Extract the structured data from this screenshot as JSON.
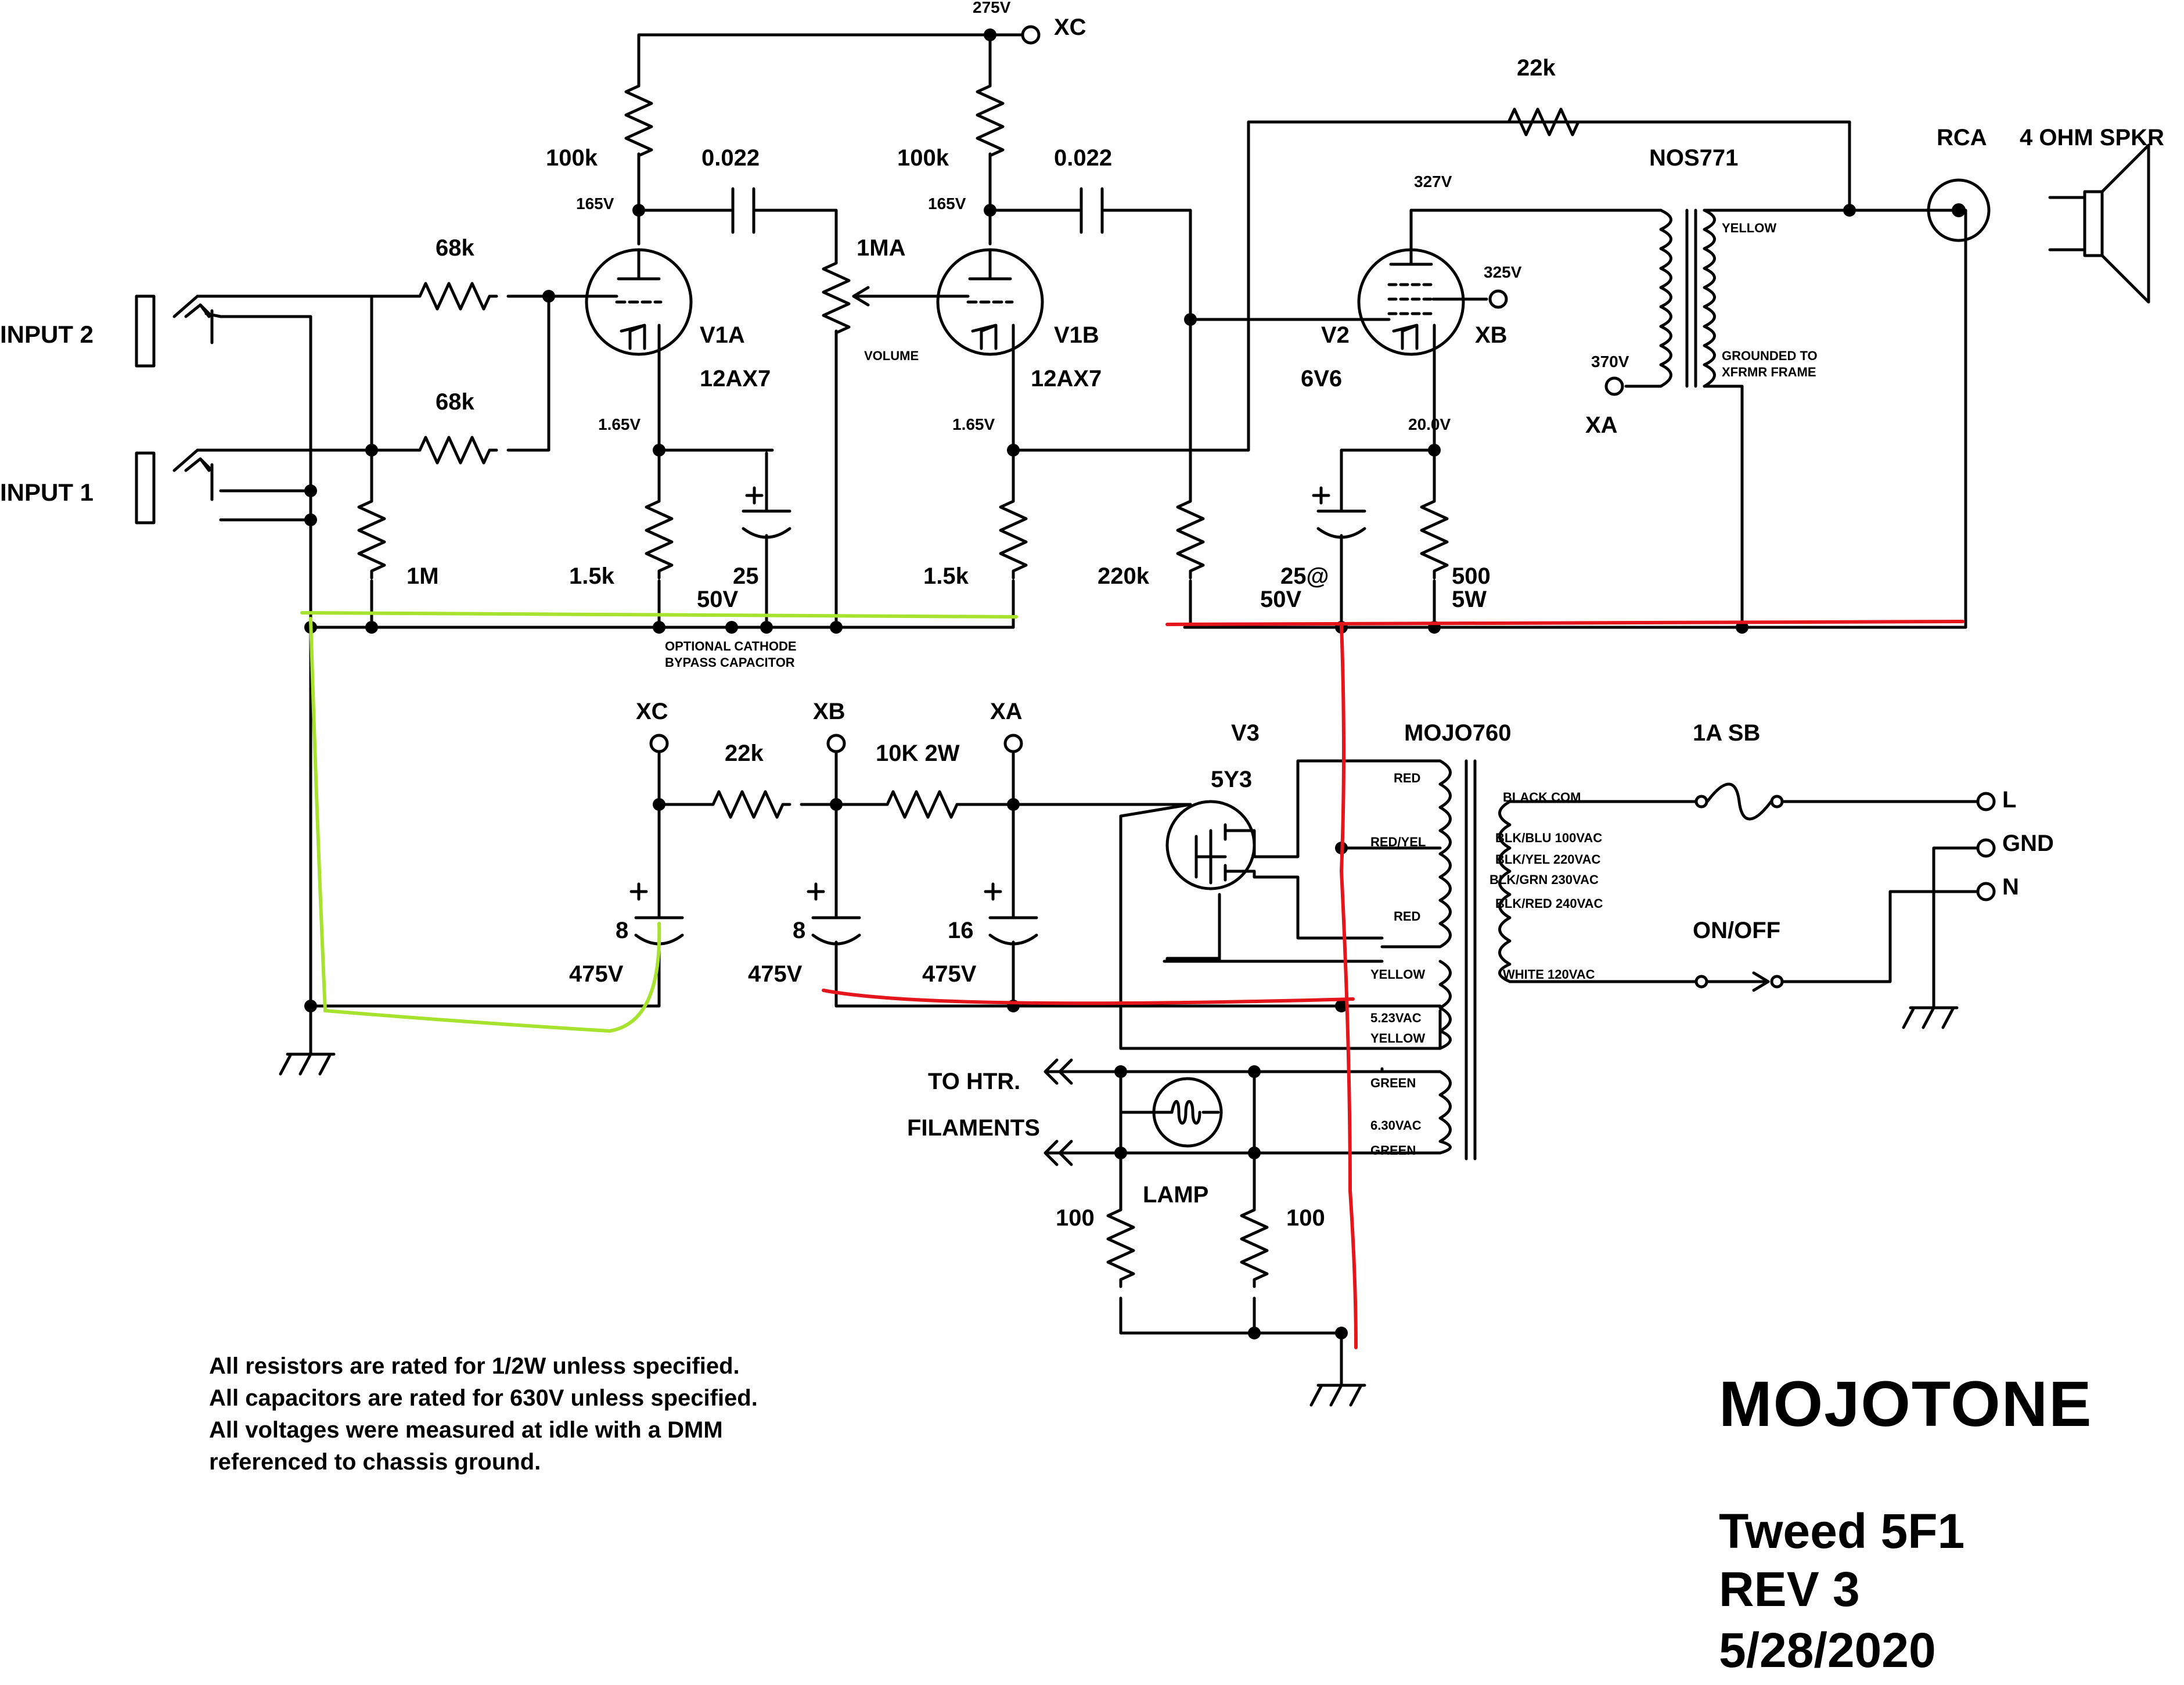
{
  "inputs": {
    "input2": "INPUT 2",
    "input1": "INPUT 1"
  },
  "components": {
    "r_68k_top": "68k",
    "r_68k_bot": "68k",
    "r_1m": "1M",
    "r_100k_a": "100k",
    "r_100k_b": "100k",
    "v_165_a": "165V",
    "v_165_b": "165V",
    "c_0022_a": "0.022",
    "c_0022_b": "0.022",
    "pot_1ma": "1MA",
    "volume": "VOLUME",
    "v1a": "V1A",
    "v1a_type": "12AX7",
    "v1b": "V1B",
    "v1b_type": "12AX7",
    "v_165c_a": "1.65V",
    "v_165c_b": "1.65V",
    "r_15k_a": "1.5k",
    "r_15k_b": "1.5k",
    "c_25": "25",
    "c_25_v": "50V",
    "bypass_1": "OPTIONAL CATHODE",
    "bypass_2": "BYPASS CAPACITOR",
    "r_220k": "220k",
    "r_22k_fb": "22k",
    "v_275": "275V",
    "xc_top": "XC",
    "v_327": "327V",
    "v_325": "325V",
    "xb_top": "XB",
    "v2": "V2",
    "v2_type": "6V6",
    "v_20": "20.0V",
    "c_25at": "25@",
    "c_25at_v": "50V",
    "r_500": "500",
    "r_500_w": "5W",
    "nos771": "NOS771",
    "yellow_ot": "YELLOW",
    "grounded_1": "GROUNDED TO",
    "grounded_2": "XFRMR FRAME",
    "v_370": "370V",
    "xa_top": "XA",
    "rca": "RCA",
    "spkr": "4 OHM SPKR",
    "xc_ps": "XC",
    "xb_ps": "XB",
    "xa_ps": "XA",
    "r_22k_ps": "22k",
    "r_10k": "10K 2W",
    "c_8a": "8",
    "c_8a_v": "475V",
    "c_8b": "8",
    "c_8b_v": "475V",
    "c_16": "16",
    "c_16_v": "475V",
    "v3": "V3",
    "v3_type": "5Y3",
    "mojo760": "MOJO760",
    "pt_red1": "RED",
    "pt_redyel": "RED/YEL",
    "pt_red2": "RED",
    "pt_yellow1": "YELLOW",
    "pt_523": "5.23VAC",
    "pt_yellow2": "YELLOW",
    "pt_green1": "GREEN",
    "pt_630": "6.30VAC",
    "pt_green2": "GREEN",
    "pt_blackcom": "BLACK COM",
    "pt_blkblu": "BLK/BLU 100VAC",
    "pt_blkyel": "BLK/YEL 220VAC",
    "pt_blkgrn": "BLK/GRN 230VAC",
    "pt_blkred": "BLK/RED 240VAC",
    "pt_white": "WHITE 120VAC",
    "fuse": "1A SB",
    "line_l": "L",
    "line_gnd": "GND",
    "line_n": "N",
    "onoff": "ON/OFF",
    "to_htr": "TO HTR.",
    "filaments": "FILAMENTS",
    "lamp": "LAMP",
    "r_100a": "100",
    "r_100b": "100"
  },
  "notes": [
    "All resistors are rated for 1/2W unless specified.",
    "All capacitors are rated for 630V unless specified.",
    "All voltages were measured at idle with a DMM",
    "referenced to chassis ground."
  ],
  "brand": "MOJOTONE",
  "title": {
    "model": "Tweed 5F1",
    "rev": "REV 3",
    "date": "5/28/2020"
  },
  "colors": {
    "wire": "#000000",
    "markup_red": "#e5161b",
    "markup_green": "#a6e22e"
  }
}
